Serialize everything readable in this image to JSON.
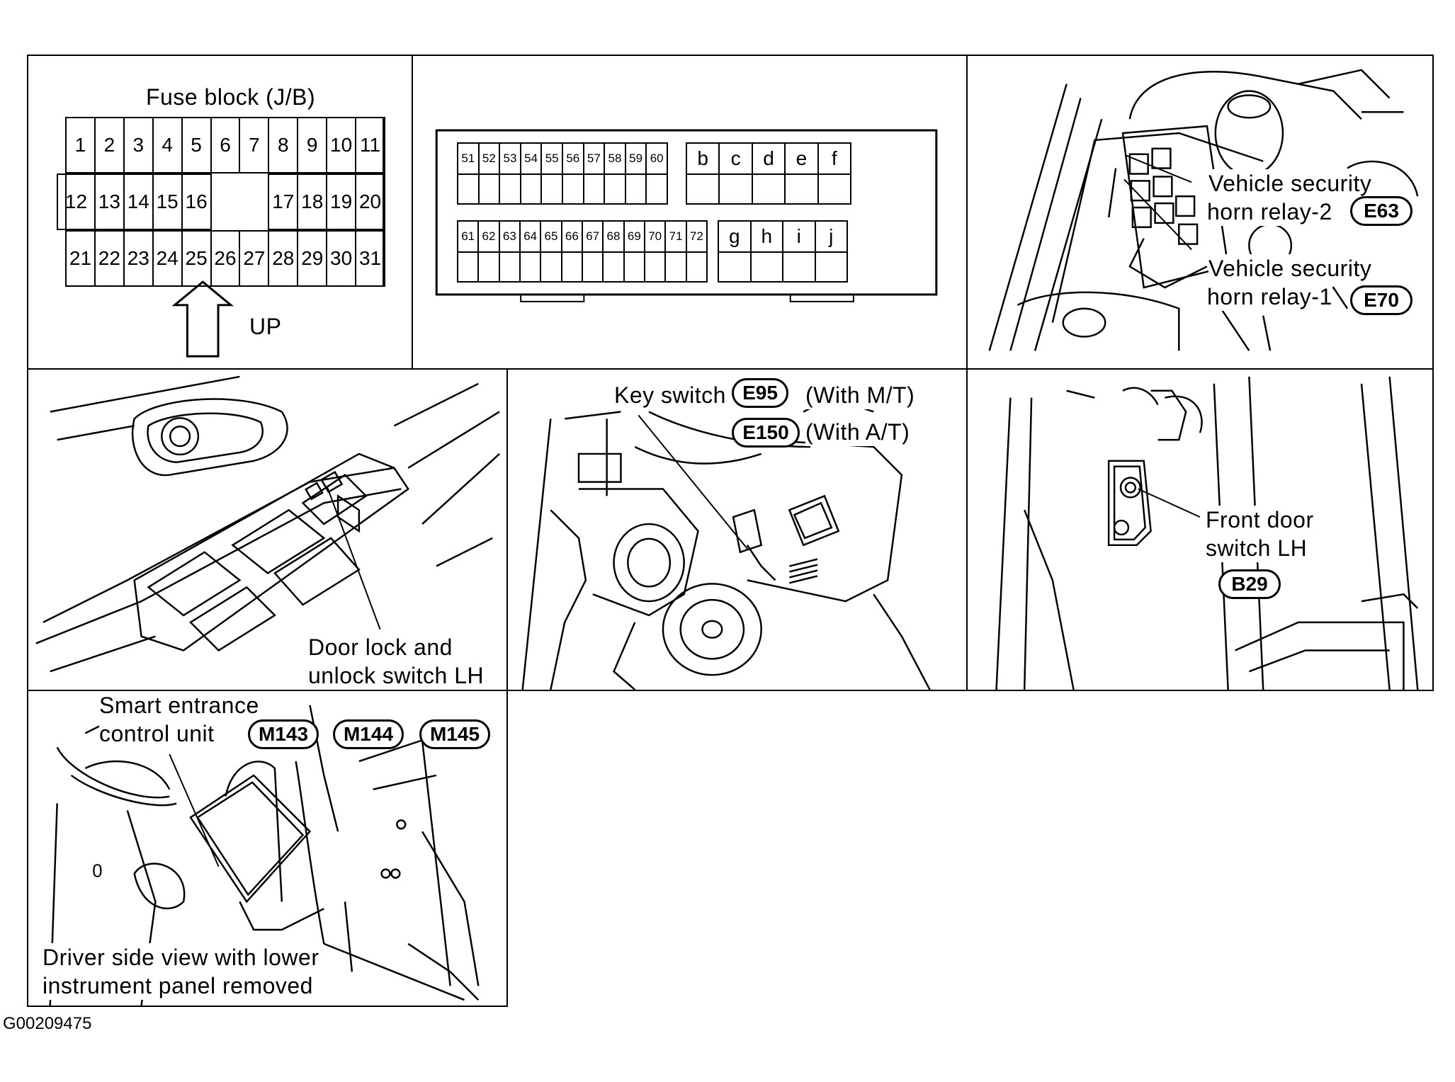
{
  "fuse_block": {
    "title": "Fuse block (J/B)",
    "up_label": "UP",
    "row1": [
      "1",
      "2",
      "3",
      "4",
      "5",
      "6",
      "7",
      "8",
      "9",
      "10",
      "11"
    ],
    "row2_left": [
      "12",
      "13",
      "14",
      "15",
      "16"
    ],
    "row2_right": [
      "17",
      "18",
      "19",
      "20"
    ],
    "row3": [
      "21",
      "22",
      "23",
      "24",
      "25",
      "26",
      "27",
      "28",
      "29",
      "30",
      "31"
    ]
  },
  "connector_block": {
    "top_numbers": [
      "51",
      "52",
      "53",
      "54",
      "55",
      "56",
      "57",
      "58",
      "59",
      "60"
    ],
    "top_letters": [
      "b",
      "c",
      "d",
      "e",
      "f"
    ],
    "bottom_numbers": [
      "61",
      "62",
      "63",
      "64",
      "65",
      "66",
      "67",
      "68",
      "69",
      "70",
      "71",
      "72"
    ],
    "bottom_letters": [
      "g",
      "h",
      "i",
      "j"
    ]
  },
  "relays": {
    "relay2_line1": "Vehicle security",
    "relay2_line2": "horn relay-2",
    "relay2_code": "E63",
    "relay1_line1": "Vehicle security",
    "relay1_line2": "horn relay-1",
    "relay1_code": "E70"
  },
  "door_lock": {
    "line1": "Door lock and",
    "line2": "unlock switch LH"
  },
  "key_switch": {
    "label": "Key switch",
    "code_mt": "E95",
    "note_mt": "(With M/T)",
    "code_at": "E150",
    "note_at": "(With A/T)"
  },
  "front_door": {
    "line1": "Front door",
    "line2": "switch LH",
    "code": "B29"
  },
  "smart_entrance": {
    "line1": "Smart entrance",
    "line2": "control unit",
    "codes": [
      "M143",
      "M144",
      "M145"
    ],
    "caption1": "Driver side view with lower",
    "caption2": "instrument panel removed"
  },
  "figure_id": "G00209475"
}
